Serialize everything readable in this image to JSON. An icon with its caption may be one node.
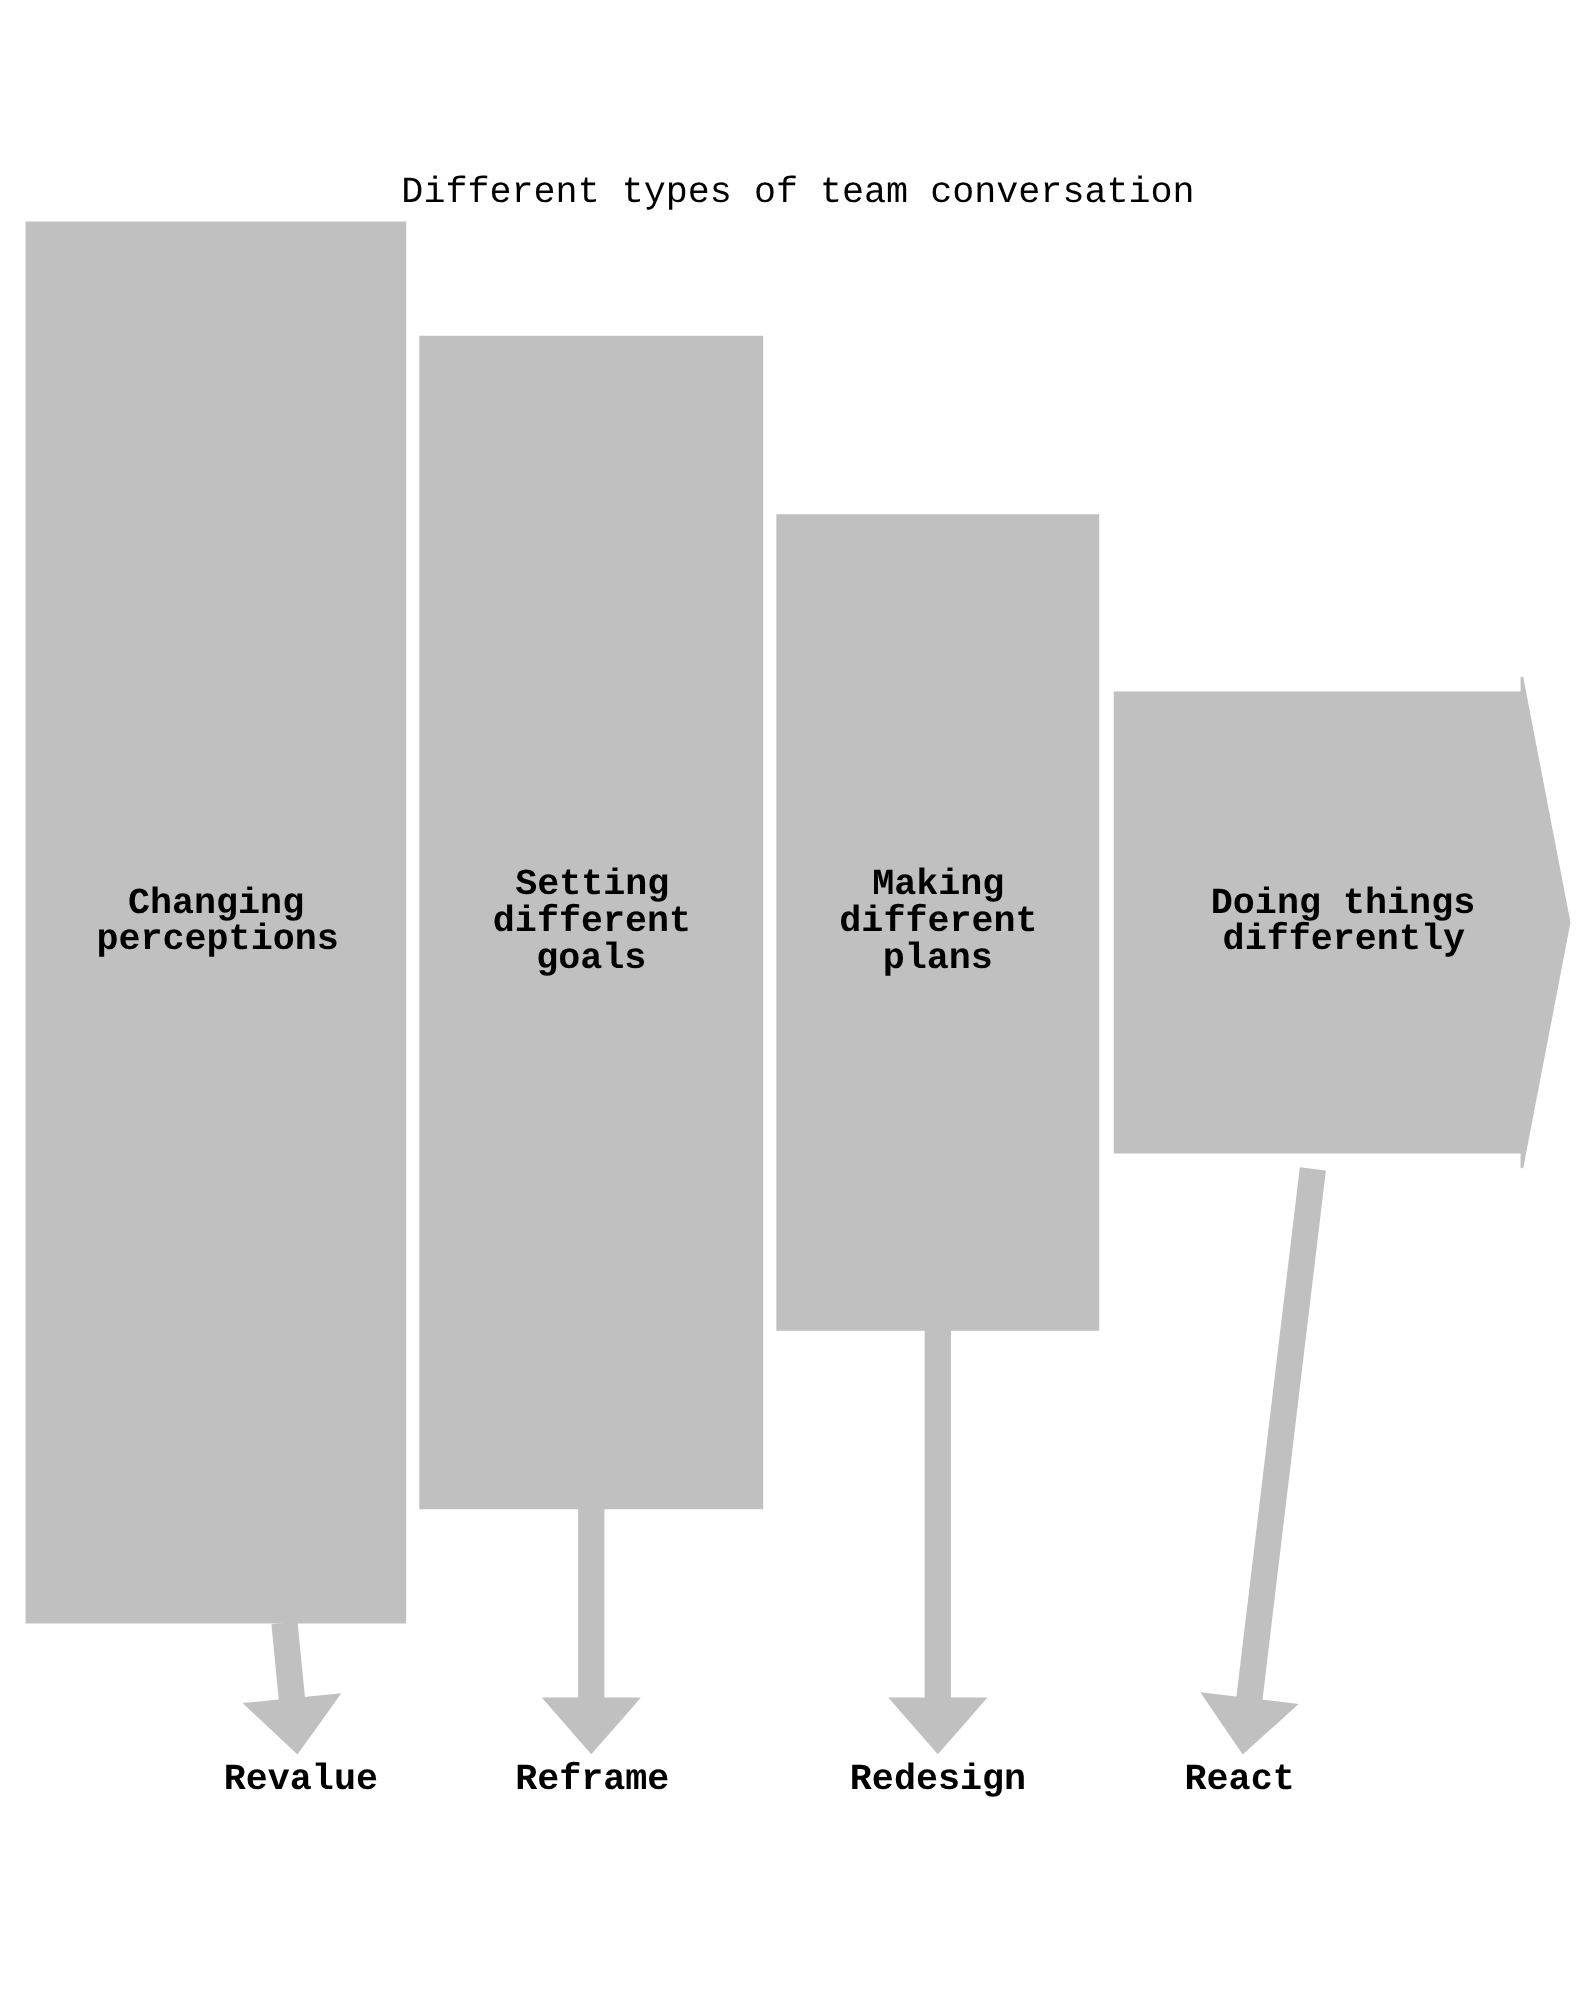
{
  "diagram": {
    "title": "Different types of team conversation",
    "nodes": [
      {
        "text": [
          "Changing perceptions"
        ]
      },
      {
        "text": [
          "Setting different goals"
        ]
      },
      {
        "text": [
          "Making different plans"
        ]
      },
      {
        "text": [
          "Doing things differently"
        ]
      },
      {
        "text": [
          "Revalue"
        ]
      },
      {
        "text": [
          "Reframe"
        ]
      },
      {
        "text": [
          "Redesign"
        ]
      },
      {
        "text": [
          "React"
        ]
      }
    ],
    "edges": [
      {
        "from": 0,
        "to": 4,
        "arrow": "to"
      },
      {
        "from": 1,
        "to": 5,
        "arrow": "to"
      },
      {
        "from": 2,
        "to": 6,
        "arrow": "to"
      },
      {
        "from": 3,
        "to": 7,
        "arrow": "to"
      }
    ]
  }
}
